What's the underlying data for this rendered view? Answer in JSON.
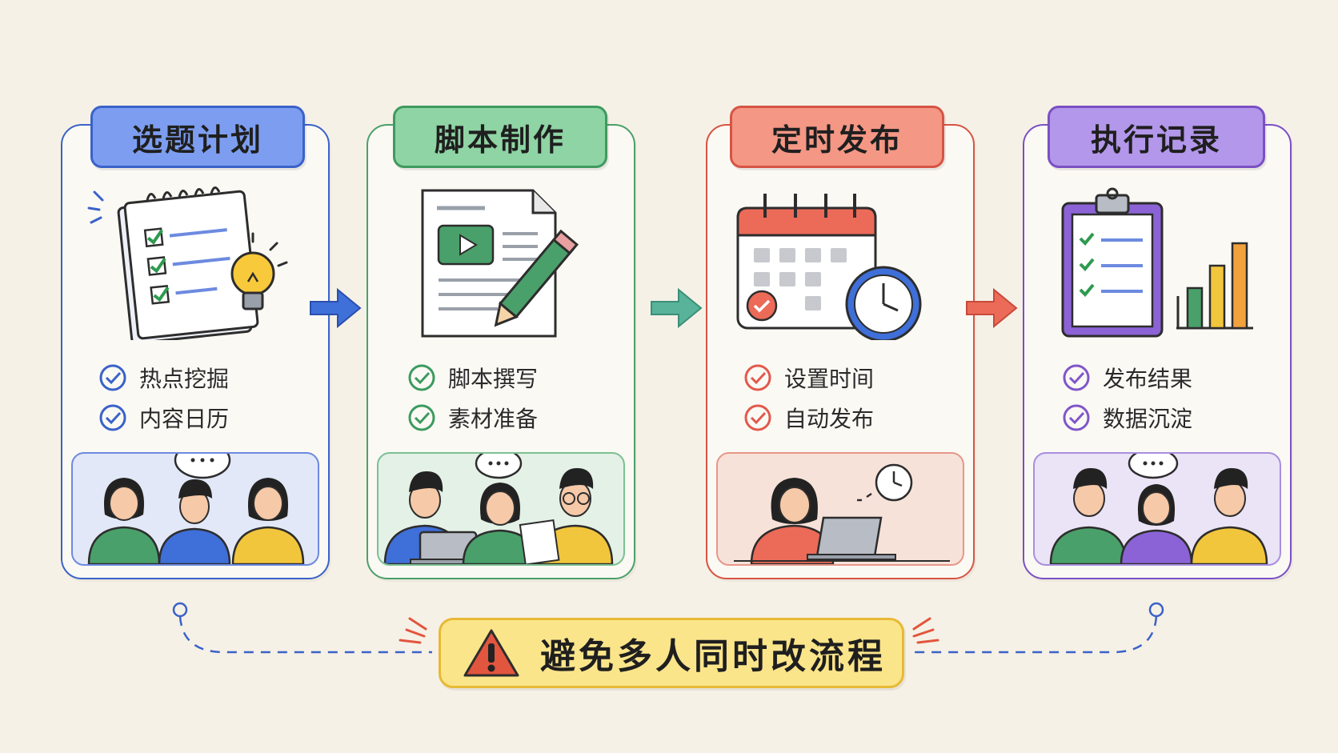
{
  "steps": [
    {
      "title": "选题计划",
      "items": [
        "热点挖掘",
        "内容日历"
      ],
      "color": "#3f6fd8",
      "tab_bg": "#7d9ef0",
      "tab_border": "#3a62c9",
      "card_border": "#3a62c9",
      "scene_bg": "#e2e8f7"
    },
    {
      "title": "脚本制作",
      "items": [
        "脚本撰写",
        "素材准备"
      ],
      "color": "#3c9a5f",
      "tab_bg": "#8fd4a4",
      "tab_border": "#3f9a60",
      "card_border": "#4aa06a",
      "scene_bg": "#e4f1e6"
    },
    {
      "title": "定时发布",
      "items": [
        "设置时间",
        "自动发布"
      ],
      "color": "#e05a4b",
      "tab_bg": "#f49785",
      "tab_border": "#d75444",
      "card_border": "#d75444",
      "scene_bg": "#f7e2d9"
    },
    {
      "title": "执行记录",
      "items": [
        "发布结果",
        "数据沉淀"
      ],
      "color": "#8056c9",
      "tab_bg": "#b397ea",
      "tab_border": "#7a50c4",
      "card_border": "#7a50c4",
      "scene_bg": "#ebe3f6"
    }
  ],
  "warning": {
    "text": "避免多人同时改流程",
    "icon": "warning-triangle-icon"
  },
  "icons": [
    "notebook-checklist-icon",
    "lightbulb-icon",
    "video-document-icon",
    "pencil-icon",
    "calendar-icon",
    "clock-icon",
    "clipboard-checklist-icon",
    "bar-chart-icon",
    "check-circle-icon",
    "speech-bubble-icon",
    "laptop-icon"
  ]
}
